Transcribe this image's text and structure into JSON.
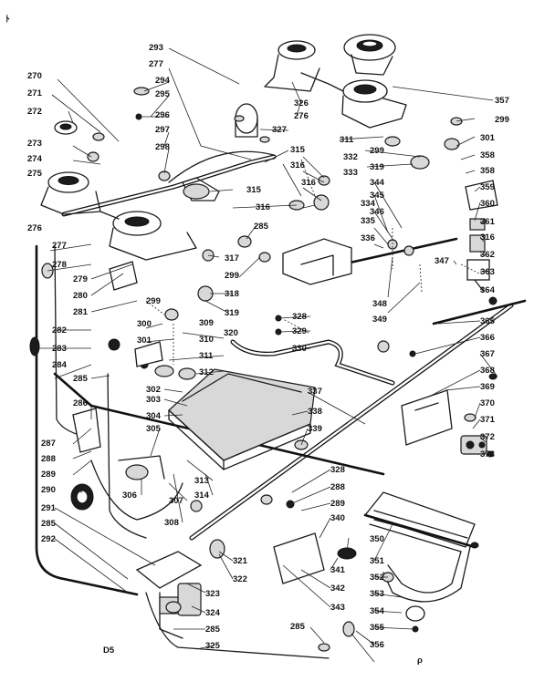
{
  "corner_mark": "ﾄ",
  "footer_code": "D5",
  "footer_mark": "ρ",
  "part_numbers": [
    "293",
    "277",
    "294",
    "295",
    "296",
    "297",
    "298",
    "270",
    "271",
    "272",
    "273",
    "274",
    "275",
    "276",
    "326",
    "276",
    "327",
    "315",
    "316",
    "316",
    "332",
    "333",
    "315",
    "316",
    "285",
    "317",
    "299",
    "318",
    "319",
    "357",
    "299",
    "311",
    "299",
    "301",
    "319",
    "358",
    "358",
    "344",
    "345",
    "346",
    "334",
    "335",
    "336",
    "359",
    "360",
    "361",
    "316",
    "362",
    "363",
    "347",
    "364",
    "348",
    "349",
    "365",
    "366",
    "367",
    "368",
    "277",
    "278",
    "279",
    "280",
    "281",
    "282",
    "283",
    "284",
    "285",
    "299",
    "300",
    "301",
    "309",
    "310",
    "311",
    "312",
    "302",
    "303",
    "328",
    "329",
    "330",
    "337",
    "338",
    "339",
    "369",
    "370",
    "371",
    "372",
    "373",
    "320",
    "286",
    "287",
    "288",
    "289",
    "290",
    "291",
    "285",
    "292",
    "305",
    "306",
    "307",
    "308",
    "304",
    "313",
    "314",
    "328",
    "288",
    "289",
    "340",
    "350",
    "351",
    "352",
    "353",
    "354",
    "355",
    "356",
    "321",
    "322",
    "323",
    "324",
    "285",
    "325",
    "341",
    "342",
    "343",
    "285"
  ]
}
